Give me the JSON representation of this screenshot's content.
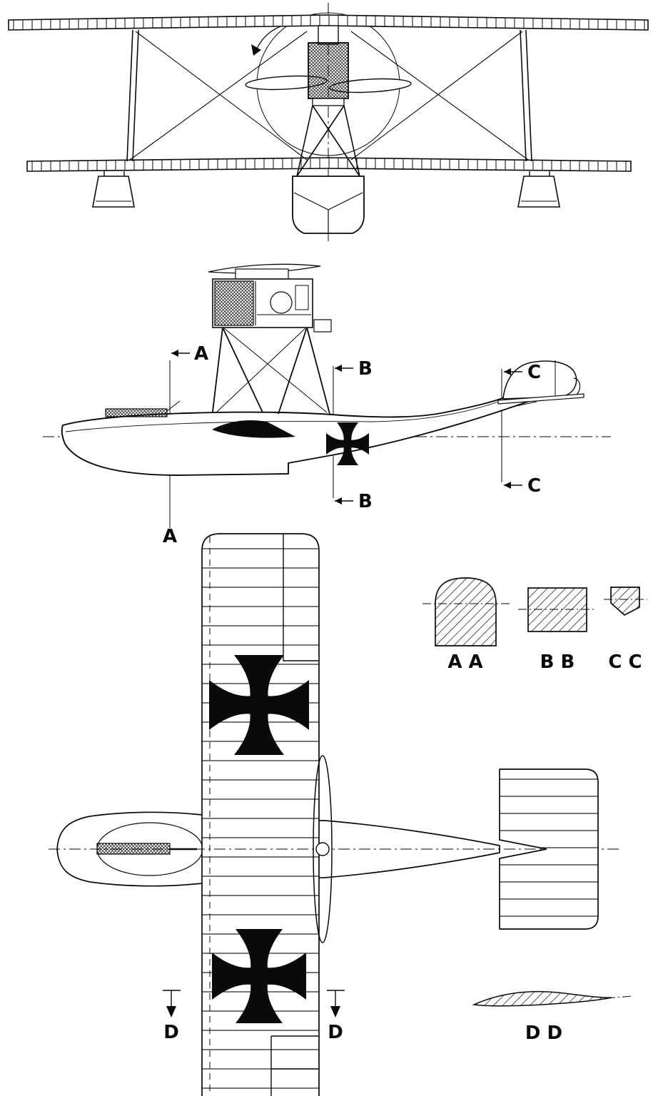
{
  "section_markers": {
    "a": "A",
    "b": "B",
    "c": "C",
    "d": "D"
  },
  "section_labels": {
    "aa": "A A",
    "bb": "B B",
    "cc": "C C",
    "dd": "D D"
  },
  "colors": {
    "ink": "#0a0a0a",
    "paper": "#ffffff"
  }
}
